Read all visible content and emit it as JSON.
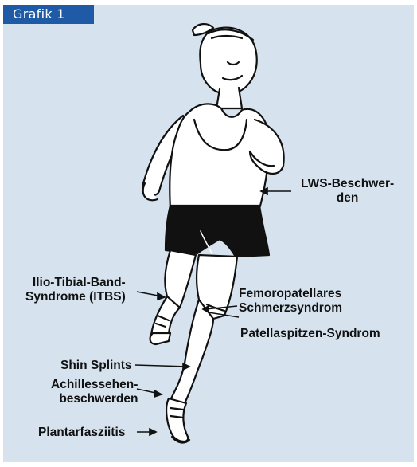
{
  "header": {
    "title": "Grafik 1"
  },
  "labels": {
    "lws": [
      "LWS-Beschwer-",
      "den"
    ],
    "itbs": [
      "Ilio-Tibial-Band-",
      "Syndrome (ITBS)"
    ],
    "femoropatellar": [
      "Femoropatellares",
      "Schmerzsyndrom"
    ],
    "patellaspitzen": "Patellaspitzen-Syndrom",
    "shin": "Shin Splints",
    "achilles": [
      "Achillessehen-",
      "beschwerden"
    ],
    "plantar": "Plantarfasziitis"
  },
  "colors": {
    "panel": "#d6e3ee",
    "tag": "#1f5aa6",
    "ink": "#111111"
  },
  "illustration": {
    "subject": "runner-figure"
  }
}
